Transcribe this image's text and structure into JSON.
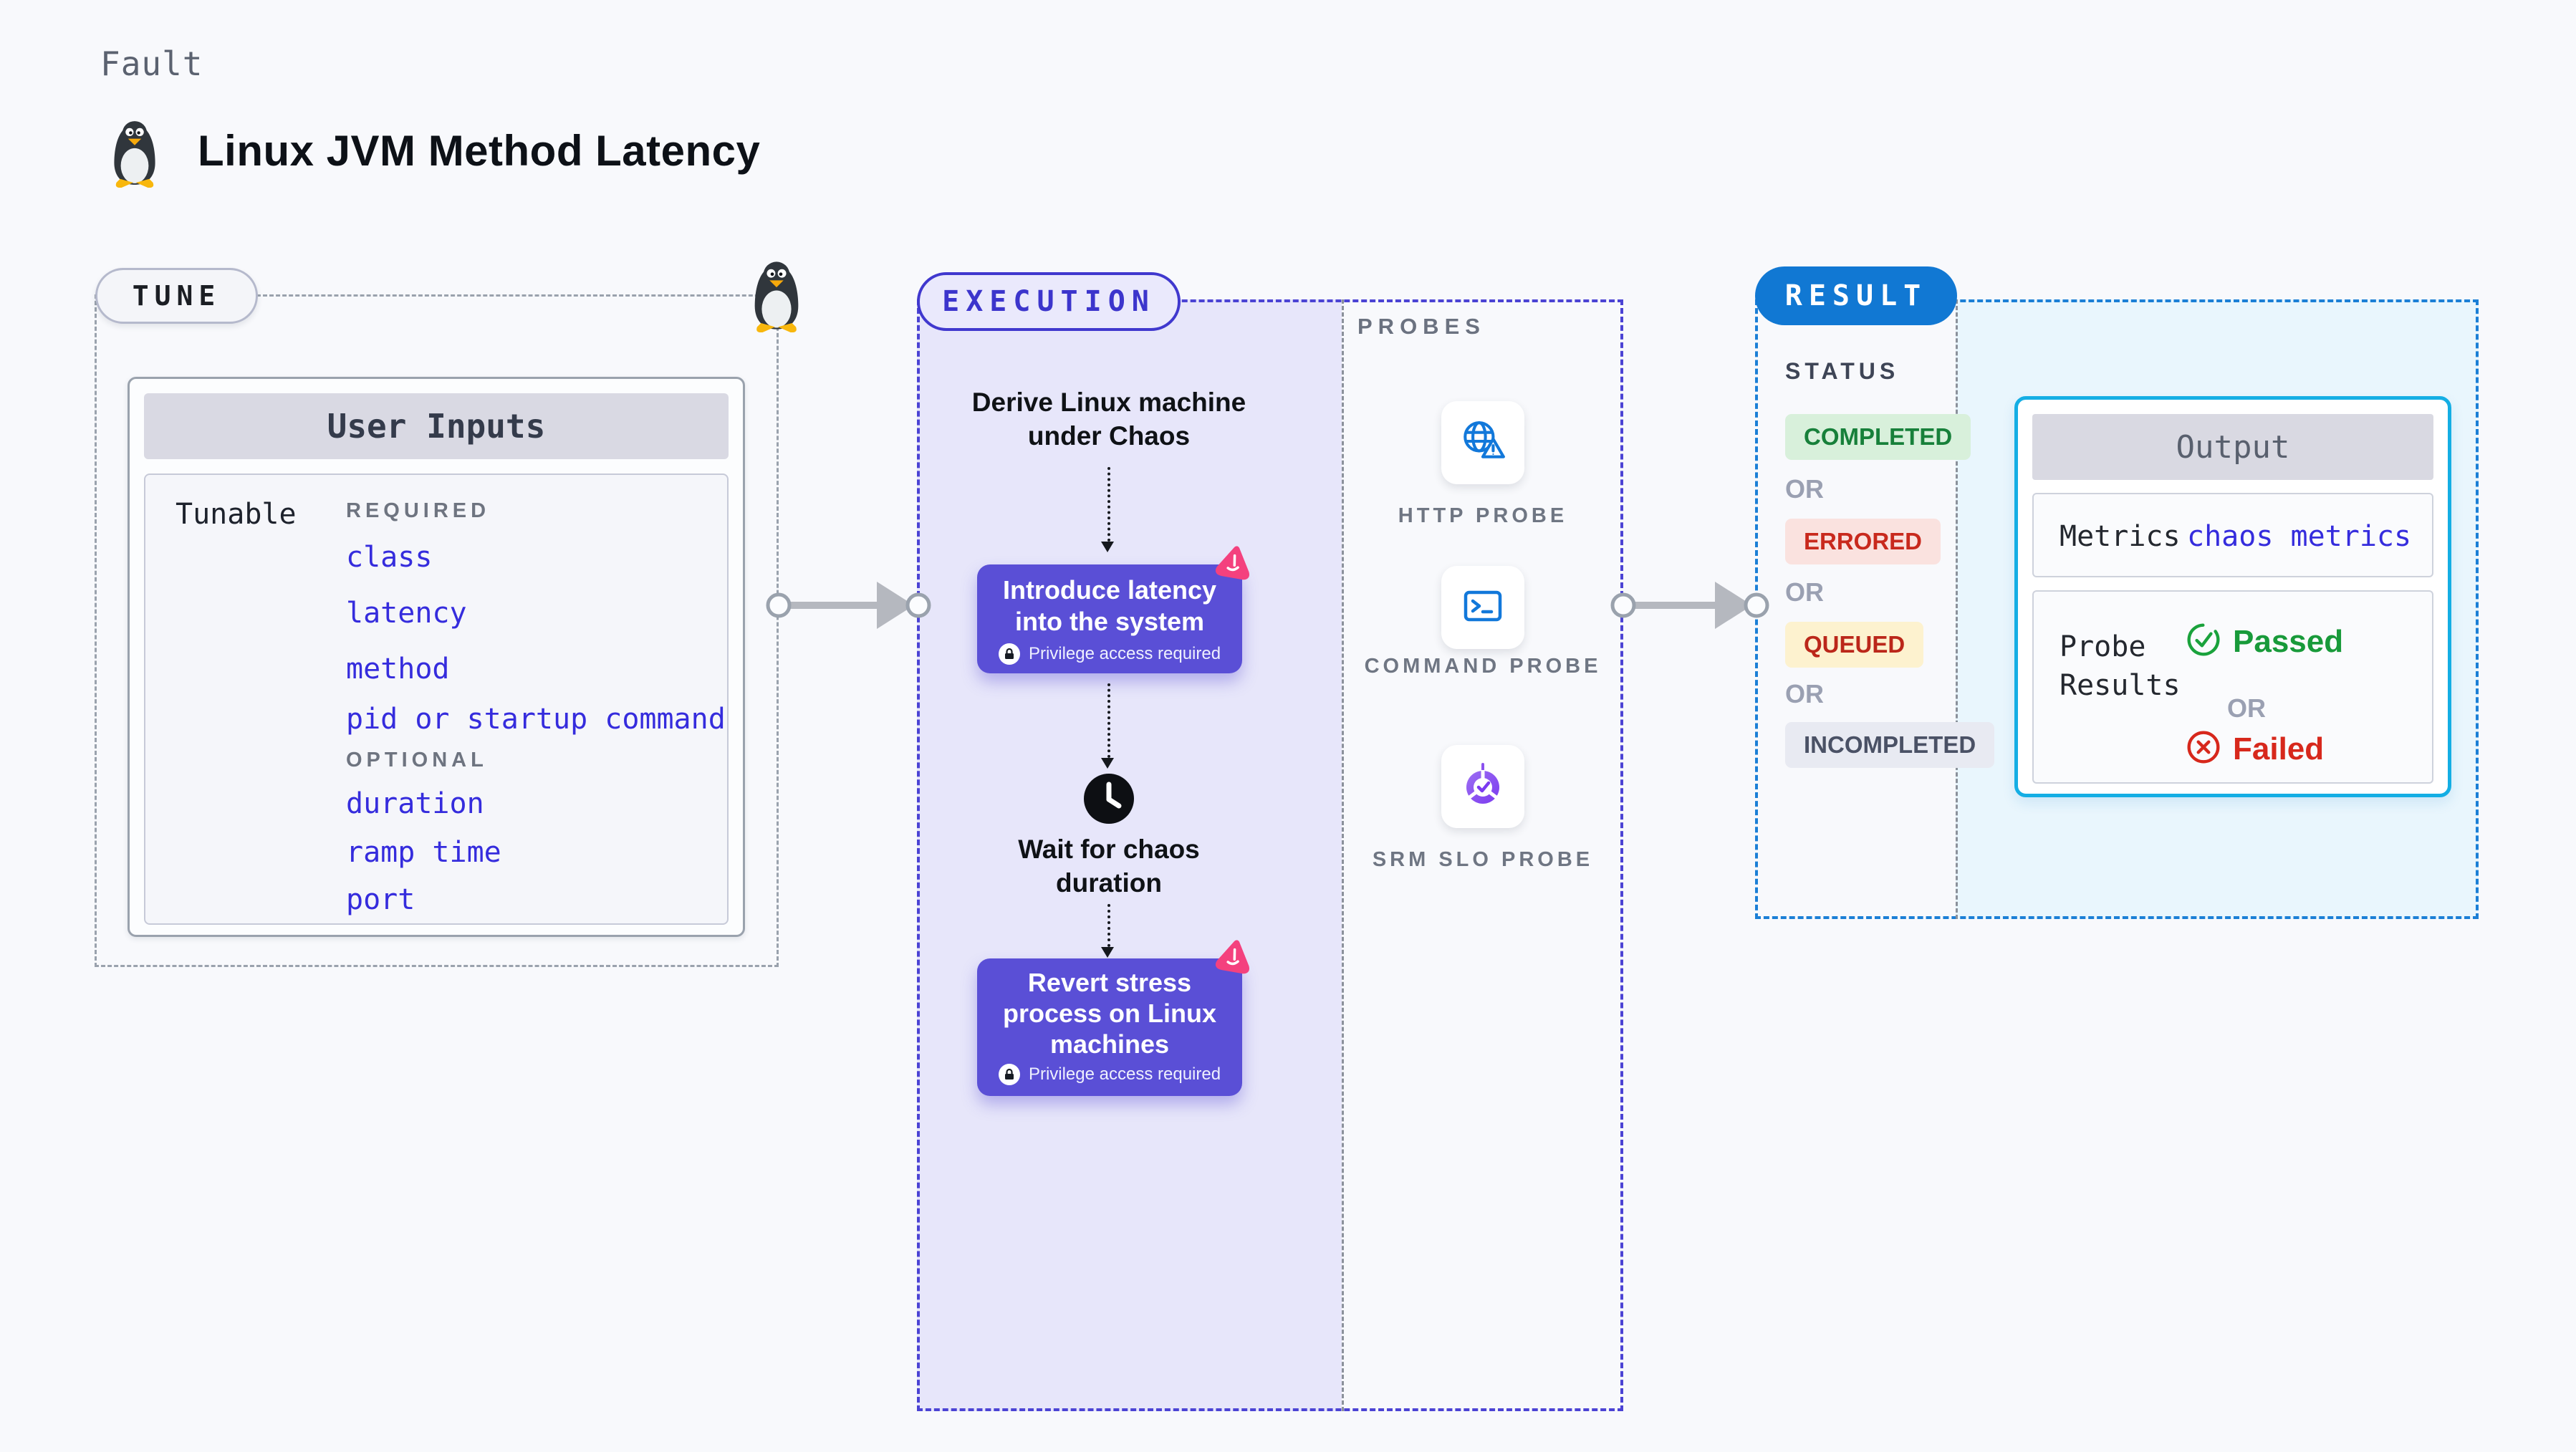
{
  "header": {
    "kicker": "Fault",
    "title": "Linux JVM Method Latency"
  },
  "tune": {
    "pill": "TUNE",
    "card_title": "User Inputs",
    "tunable_label": "Tunable",
    "required_label": "REQUIRED",
    "required_items": [
      "class",
      "latency",
      "method",
      "pid or startup command"
    ],
    "optional_label": "OPTIONAL",
    "optional_items": [
      "duration",
      "ramp time",
      "port"
    ]
  },
  "execution": {
    "pill": "EXECUTION",
    "derive_step": "Derive Linux machine under Chaos",
    "introduce_step": {
      "title": "Introduce latency into the system",
      "badge": "Privilege access required"
    },
    "wait_step": "Wait for chaos duration",
    "revert_step": {
      "title": "Revert stress process on Linux machines",
      "badge": "Privilege access required"
    }
  },
  "probes": {
    "label": "PROBES",
    "items": [
      {
        "label": "HTTP PROBE",
        "icon": "globe-alert-icon"
      },
      {
        "label": "COMMAND PROBE",
        "icon": "terminal-icon"
      },
      {
        "label": "SRM SLO PROBE",
        "icon": "slo-donut-check-icon"
      }
    ]
  },
  "result": {
    "pill": "RESULT",
    "status_label": "STATUS",
    "or_label": "OR",
    "statuses": [
      {
        "label": "COMPLETED",
        "color": "#17803a"
      },
      {
        "label": "ERRORED",
        "color": "#c8291d"
      },
      {
        "label": "QUEUED",
        "color": "#bb271a"
      },
      {
        "label": "INCOMPLETED",
        "color": "#4a5165"
      }
    ],
    "output": {
      "title": "Output",
      "metrics_label": "Metrics",
      "metrics_value": "chaos metrics",
      "probe_results_label": "Probe Results",
      "passed_label": "Passed",
      "failed_label": "Failed"
    }
  },
  "colors": {
    "page_bg": "#f8f9fc",
    "execution_fill": "#e7e6fa",
    "execution_border": "#4b43d4",
    "node_purple": "#5a4fd6",
    "tunable_link_blue": "#352cdd",
    "result_pill_blue": "#1178d3",
    "result_border_blue": "#1b7fd6",
    "output_border_cyan": "#14aee4",
    "output_fill_cyan": "#e9f6fd",
    "passed_green": "#189a3a",
    "failed_red": "#d7281c",
    "probe_icon_blue": "#1278da",
    "litmus_pink": "#f4417e"
  }
}
